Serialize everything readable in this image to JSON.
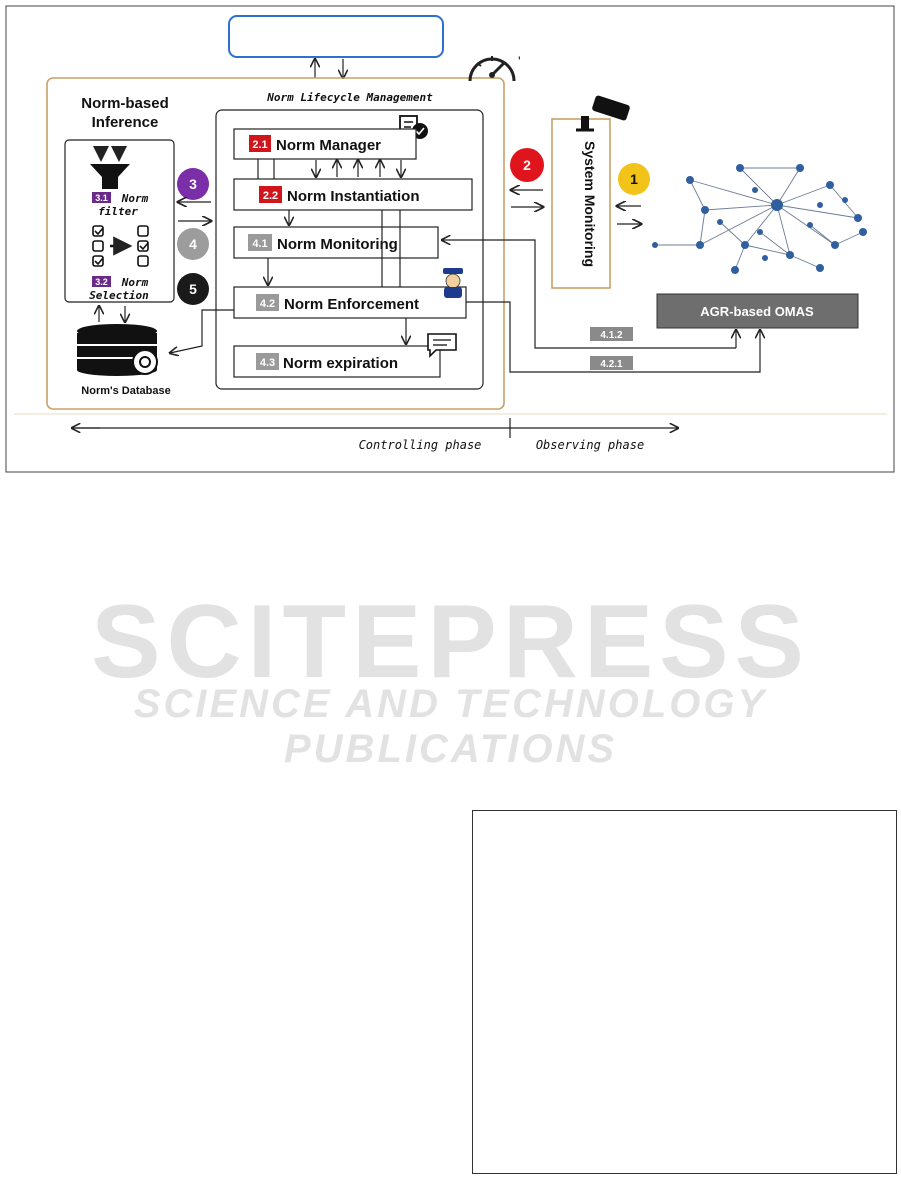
{
  "norm_based_inference": {
    "title_line1": "Norm-based",
    "title_line2": "Inference"
  },
  "norm_filter": {
    "tag": "3.1",
    "label_line1": "Norm",
    "label_line2": "filter"
  },
  "norm_selection": {
    "tag": "3.2",
    "label_line1": "Norm",
    "label_line2": "Selection"
  },
  "database_label": "Norm's Database",
  "lifecycle_title": "Norm Lifecycle Management",
  "boxes": [
    {
      "tag": "2.1",
      "label": "Norm Manager",
      "tag_color": "#d0161c"
    },
    {
      "tag": "2.2",
      "label": "Norm Instantiation",
      "tag_color": "#d0161c"
    },
    {
      "tag": "4.1",
      "label": "Norm Monitoring",
      "tag_color": "#9a9a9a"
    },
    {
      "tag": "4.2",
      "label": "Norm Enforcement",
      "tag_color": "#9a9a9a"
    },
    {
      "tag": "4.3",
      "label": "Norm expiration",
      "tag_color": "#9a9a9a"
    }
  ],
  "steps": [
    {
      "label": "1",
      "color": "#f2c318"
    },
    {
      "label": "2",
      "color": "#e0141c"
    },
    {
      "label": "3",
      "color": "#7a2fa8"
    },
    {
      "label": "4",
      "color": "#9c9c9c"
    },
    {
      "label": "5",
      "color": "#1a1a1a"
    }
  ],
  "system_monitoring": "System Monitoring",
  "agr_omas": "AGR-based OMAS",
  "link_tags": {
    "a": "4.1.2",
    "b": "4.2.1"
  },
  "phases": {
    "controlling": "Controlling phase",
    "observing": "Observing phase"
  },
  "watermark": {
    "main": "SCITEPRESS",
    "sub": "SCIENCE AND TECHNOLOGY PUBLICATIONS"
  },
  "colors": {
    "frame_orange": "#c9a265",
    "top_box_blue": "#2f6fd1",
    "agr_box": "#6e6e6e",
    "network_node": "#2f5f9e"
  }
}
